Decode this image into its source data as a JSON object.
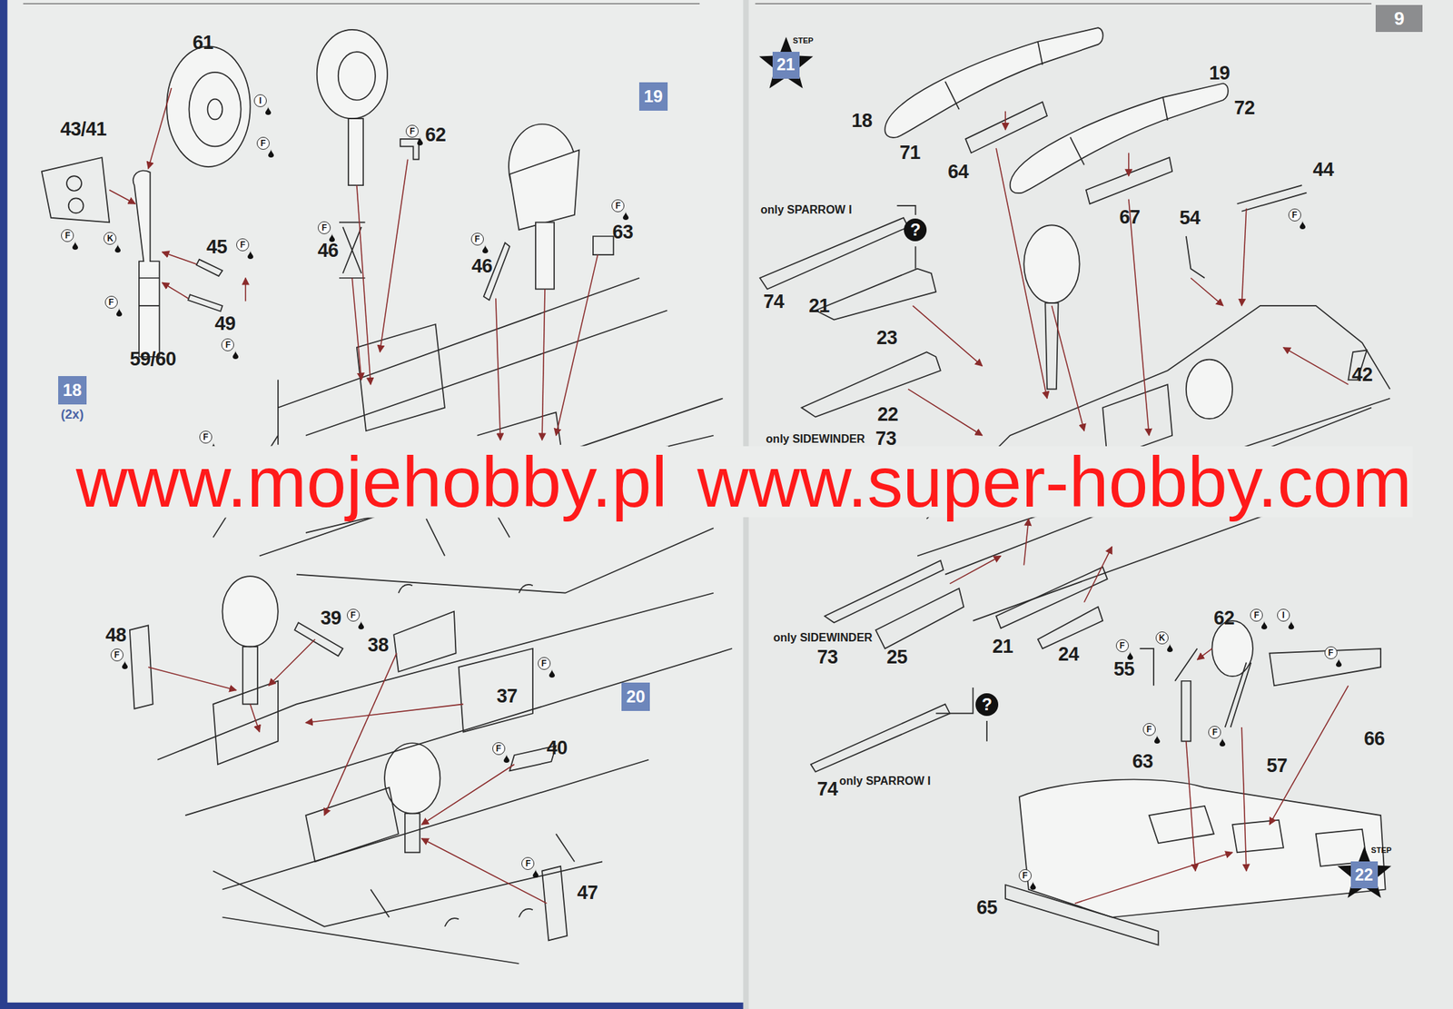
{
  "diagram": {
    "nodes": [
      {
        "text": [
          "9"
        ]
      },
      {
        "text": [
          "18",
          "(2x)"
        ]
      },
      {
        "text": [
          "19"
        ]
      },
      {
        "text": [
          "20"
        ]
      },
      {
        "text": [
          "STEP",
          "21"
        ]
      },
      {
        "text": [
          "STEP",
          "22"
        ]
      },
      {
        "text": [
          "?"
        ]
      },
      {
        "text": [
          "?"
        ]
      },
      {
        "text": [
          "I"
        ]
      },
      {
        "text": [
          "F"
        ]
      },
      {
        "text": [
          "F"
        ]
      },
      {
        "text": [
          "K"
        ]
      },
      {
        "text": [
          "F"
        ]
      },
      {
        "text": [
          "F"
        ]
      },
      {
        "text": [
          "F"
        ]
      },
      {
        "text": [
          "F"
        ]
      },
      {
        "text": [
          "F"
        ]
      },
      {
        "text": [
          "F"
        ]
      },
      {
        "text": [
          "F"
        ]
      },
      {
        "text": [
          "F"
        ]
      },
      {
        "text": [
          "F"
        ]
      },
      {
        "text": [
          "F"
        ]
      },
      {
        "text": [
          "F"
        ]
      },
      {
        "text": [
          "F"
        ]
      },
      {
        "text": [
          "F"
        ]
      },
      {
        "text": [
          "F"
        ]
      },
      {
        "text": [
          "F"
        ]
      },
      {
        "text": [
          "I"
        ]
      },
      {
        "text": [
          "K"
        ]
      },
      {
        "text": [
          "F"
        ]
      },
      {
        "text": [
          "F"
        ]
      },
      {
        "text": [
          "F"
        ]
      },
      {
        "text": [
          "F"
        ]
      },
      {
        "text": [
          "F"
        ]
      }
    ],
    "edges": [],
    "labels": [
      "61",
      "43/41",
      "45",
      "49",
      "59/60",
      "62",
      "46",
      "46",
      "63",
      "48",
      "39",
      "38",
      "37",
      "40",
      "47",
      "18",
      "71",
      "19",
      "72",
      "64",
      "67",
      "54",
      "44",
      "only SPARROW I",
      "74",
      "21",
      "23",
      "22",
      "only SIDEWINDER",
      "73",
      "42",
      "only SIDEWINDER",
      "73",
      "25",
      "21",
      "24",
      "74",
      "only SPARROW I",
      "62",
      "55",
      "63",
      "57",
      "66",
      "65",
      "www.mojehobby.pl",
      "www.super-hobby.com"
    ]
  }
}
